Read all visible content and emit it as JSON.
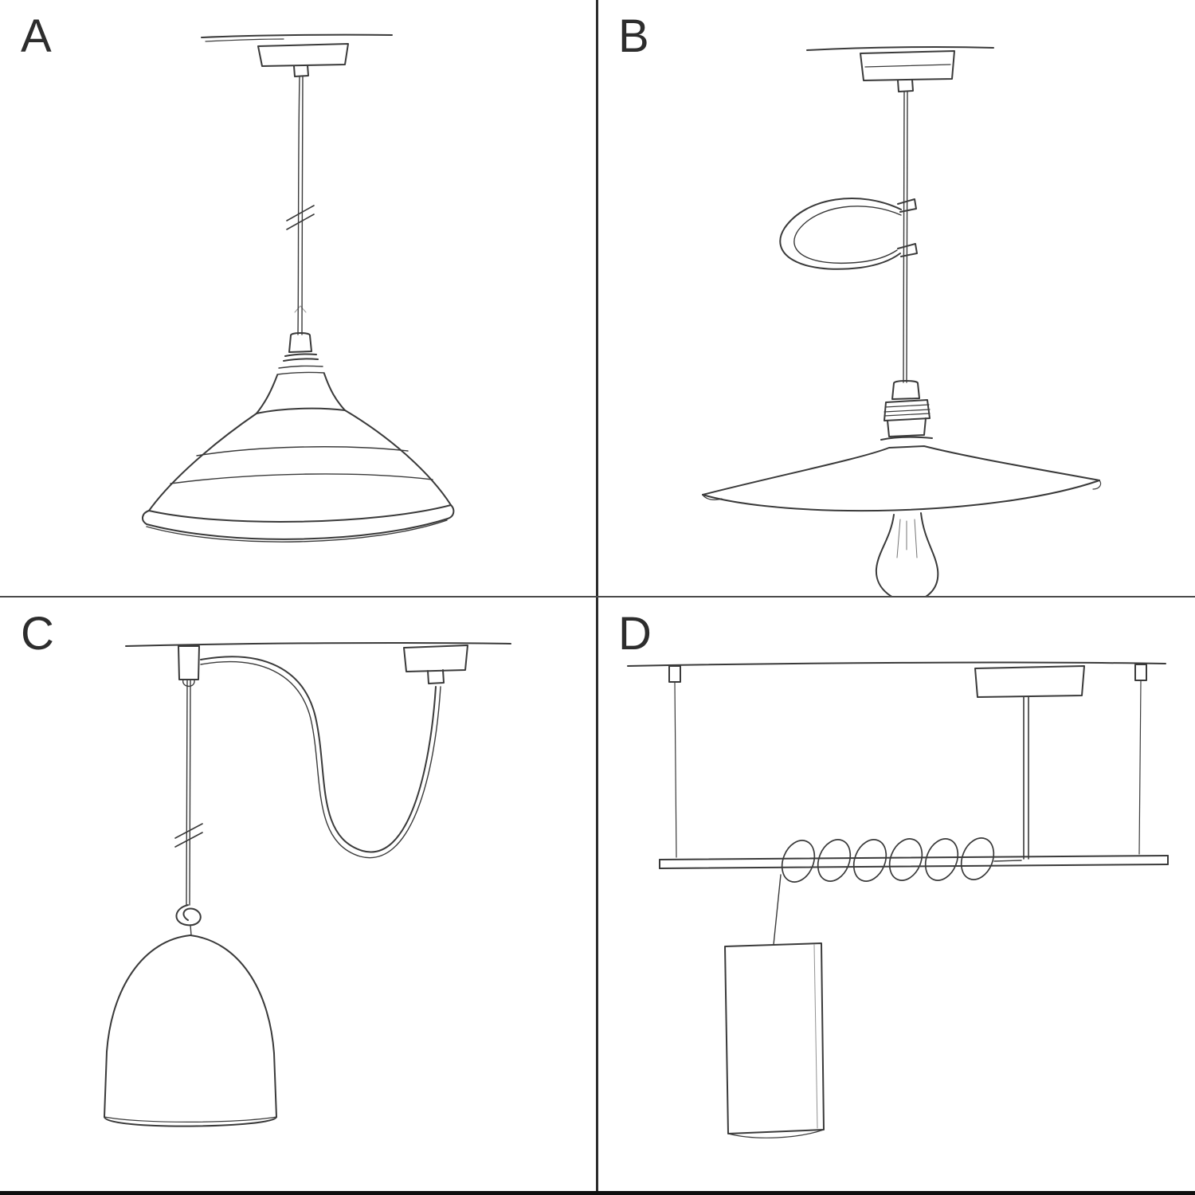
{
  "page": {
    "background": "#ffffff",
    "ink": "#3a3a3a",
    "divider_vertical": "#2c2c2c",
    "divider_horizontal": "#4a4a4a",
    "bottom_border": "#0f0f0f"
  },
  "panels": [
    {
      "label": "A",
      "name": "pendant-straight-drop-with-industrial-shade-sketch"
    },
    {
      "label": "B",
      "name": "pendant-with-cable-loop-flat-plate-and-bulb-sketch"
    },
    {
      "label": "C",
      "name": "swag-pendant-over-hook-with-bell-shade-sketch"
    },
    {
      "label": "D",
      "name": "bar-suspension-with-coiled-cable-and-tube-pendant-sketch"
    }
  ]
}
